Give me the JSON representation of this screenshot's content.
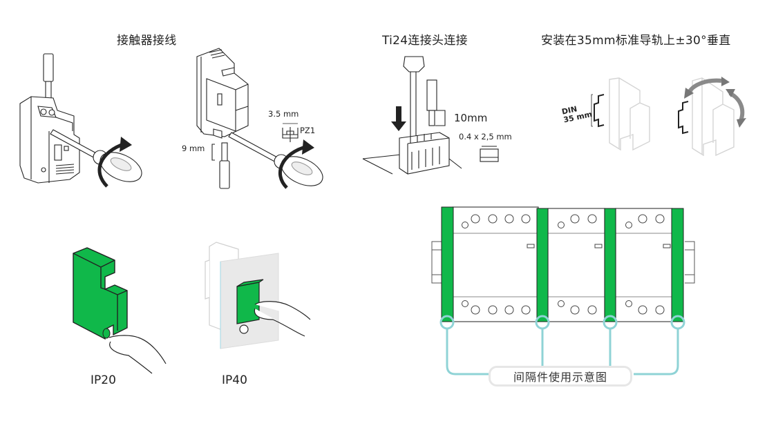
{
  "sections": {
    "contactor_wiring": {
      "title": "接触器接线",
      "strip_length": "9 mm",
      "screwdriver_width": "3.5 mm",
      "screwdriver_type": "PZ1"
    },
    "ti24_connection": {
      "title": "Ti24连接头连接",
      "strip_length": "10mm",
      "blade_size": "0.4 x 2,5 mm"
    },
    "din_mounting": {
      "title": "安装在35mm标准导轨上±30°垂直",
      "rail_label_line1": "DIN",
      "rail_label_line2": "35 mm"
    },
    "protection": {
      "ip20_label": "IP20",
      "ip40_label": "IP40"
    },
    "spacer_diagram": {
      "caption": "间隔件使用示意图"
    }
  },
  "colors": {
    "device_green": "#10b84a",
    "callout_teal": "#8fd3d6",
    "outline_gray": "#bdbdbd",
    "line_dark": "#222222"
  },
  "icons": [
    "screwdriver-icon",
    "rotate-arrow-icon",
    "down-arrow-icon",
    "finger-icon",
    "din-rail-icon"
  ]
}
